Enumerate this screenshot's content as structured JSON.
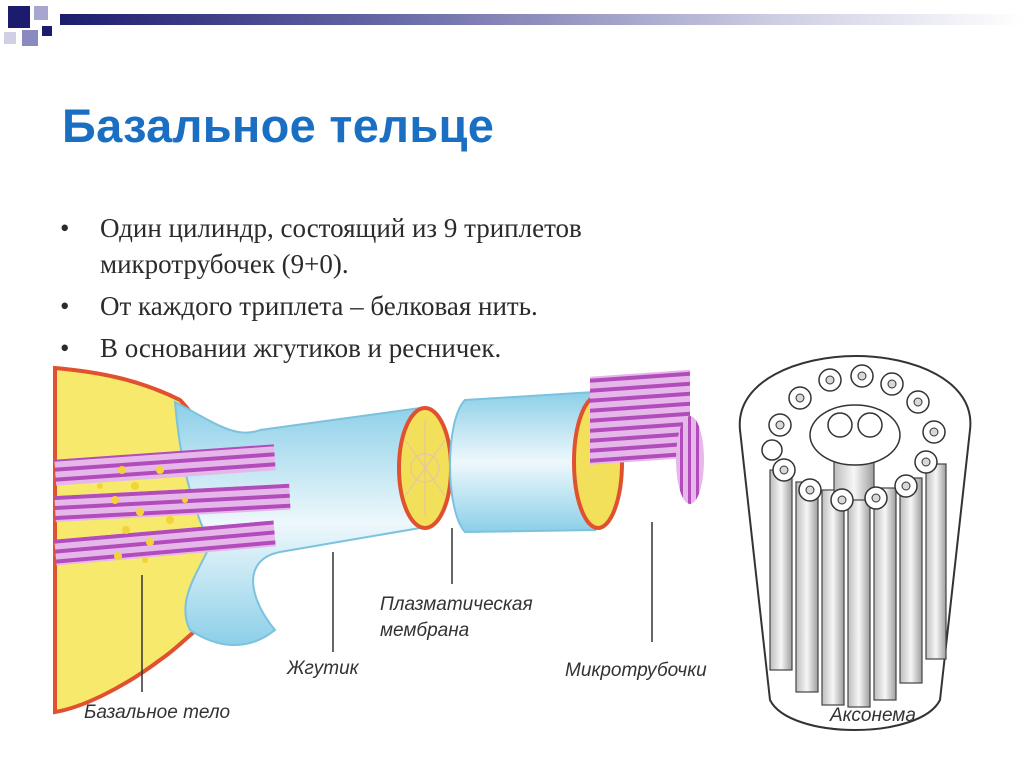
{
  "slide": {
    "title": "Базальное тельце",
    "bullets": [
      {
        "marker": "•",
        "text": "Один цилиндр, состоящий из 9 триплетов микротрубочек (9+0)."
      },
      {
        "marker": "•",
        "text": "От каждого триплета – белковая нить."
      },
      {
        "marker": "•",
        "text": "В основании жгутиков и ресничек."
      }
    ]
  },
  "diagram": {
    "labels": {
      "basal_body": "Базальное тело",
      "flagellum": "Жгутик",
      "membrane_line1": "Плазматическая",
      "membrane_line2": "мембрана",
      "microtubules": "Микротрубочки",
      "axoneme": "Аксонема"
    }
  },
  "colors": {
    "title": "#1b6fc2",
    "cytoplasm": "#f7e96b",
    "membrane": "#e0512f",
    "microtubule": "#c05ac8",
    "flagellum_sheath": "#bfe3f3"
  }
}
